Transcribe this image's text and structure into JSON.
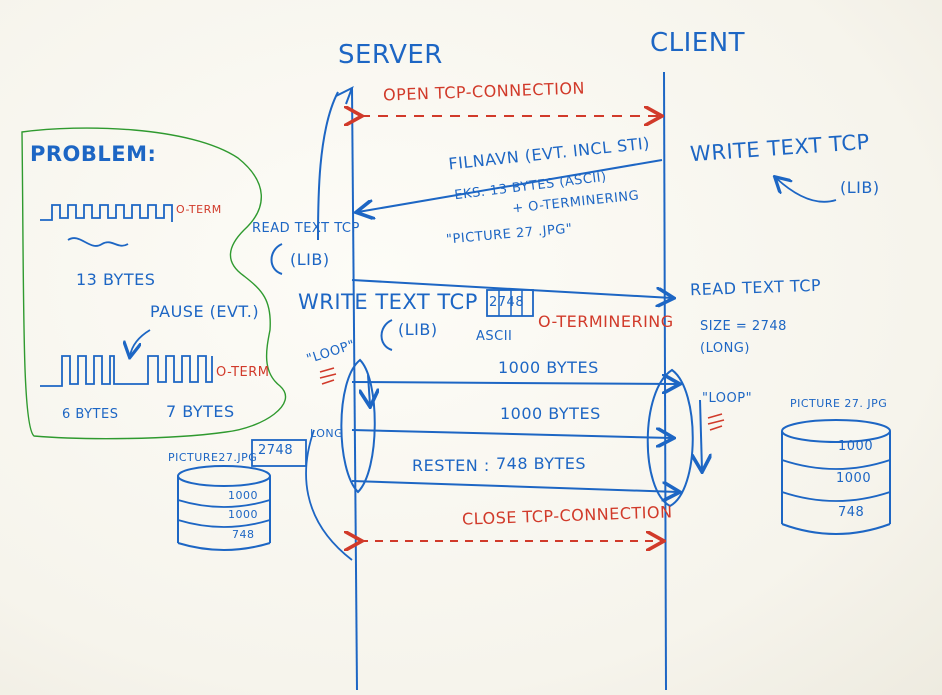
{
  "headers": {
    "server": "SERVER",
    "client": "CLIENT"
  },
  "messages": {
    "open": "OPEN TCP-CONNECTION",
    "filename_line1": "FILNAVN (EVT. INCL STI)",
    "filename_line2": "EKS. 13 BYTES (ASCII)",
    "filename_line3": "+ O-TERMINERING",
    "filename_example": "\"PICTURE 27 .JPG\"",
    "size_value": "2748",
    "size_ascii": "ASCII",
    "size_term": "O-TERMINERING",
    "chunk1": "1000 BYTES",
    "chunk2": "1000 BYTES",
    "rest_label": "RESTEN :",
    "rest_value": "748 BYTES",
    "close": "CLOSE TCP-CONNECTION"
  },
  "server_side": {
    "read_text": "READ TEXT TCP",
    "read_lib": "(LIB)",
    "write_text": "WRITE TEXT TCP",
    "write_lib": "(LIB)",
    "loop": "\"LOOP\"",
    "file_label": "PICTURE27.JPG",
    "file_size": "2748",
    "long_label": "LONG",
    "blocks": [
      "1000",
      "1000",
      "748"
    ]
  },
  "client_side": {
    "write_text": "WRITE TEXT TCP",
    "lib": "(LIB)",
    "read_text": "READ TEXT TCP",
    "size_line": "SIZE = 2748",
    "long_line": "(LONG)",
    "loop": "\"LOOP\"",
    "file_label": "PICTURE 27. JPG",
    "blocks": [
      "1000",
      "1000",
      "748"
    ]
  },
  "problem": {
    "title": "PROBLEM:",
    "term1": "O-TERM",
    "bytes13": "13 BYTES",
    "pause": "PAUSE (EVT.)",
    "term2": "O-TERM",
    "bytes6": "6 BYTES",
    "bytes7": "7 BYTES"
  },
  "colors": {
    "blue": "#1d66c4",
    "red": "#d13a2a",
    "green": "#2f9a2f",
    "board": "#fbfaf4"
  }
}
